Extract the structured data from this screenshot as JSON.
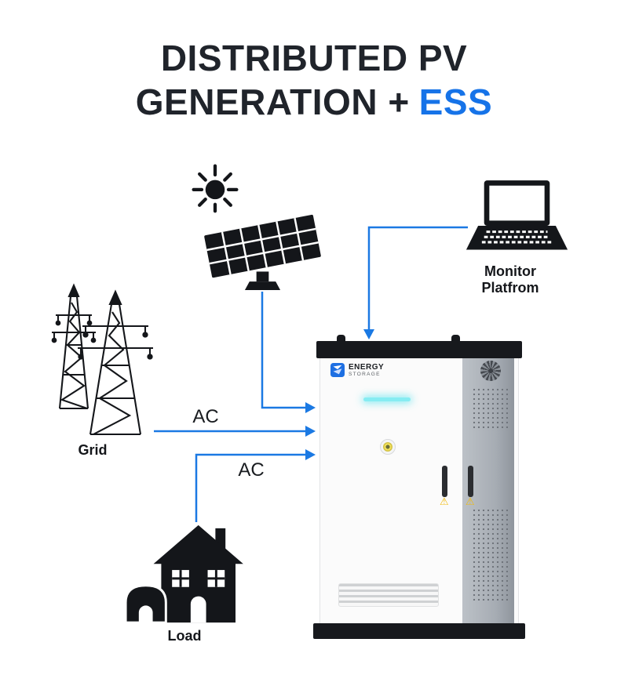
{
  "title": {
    "line1": "DISTRIBUTED PV",
    "line2_dark": "GENERATION +",
    "line2_accent": "ESS"
  },
  "labels": {
    "monitor_line1": "Monitor",
    "monitor_line2": "Platfrom",
    "grid": "Grid",
    "load": "Load",
    "ac_grid": "AC",
    "ac_load": "AC"
  },
  "cabinet": {
    "brand_line1": "ENERGY",
    "brand_line2": "STORAGE"
  },
  "glyphs": {
    "warning": "⚠"
  },
  "colors": {
    "title_dark": "#20242b",
    "accent_blue": "#1673e8",
    "connector_blue": "#1b79e3",
    "cyan_status_light": "#86ecf2",
    "warning_yellow": "#f0b90b",
    "cabinet_dark": "#17191d",
    "side_panel_gray": "#a8aeb5"
  },
  "icons": {
    "sun": "sun-icon",
    "solar_panel": "solar-panel-icon",
    "laptop": "laptop-icon",
    "transmission_towers": "transmission-tower-icon",
    "house": "house-icon",
    "fan": "fan-vent-icon",
    "warning": "warning-triangle-icon",
    "logo": "energy-storage-logo-icon"
  }
}
